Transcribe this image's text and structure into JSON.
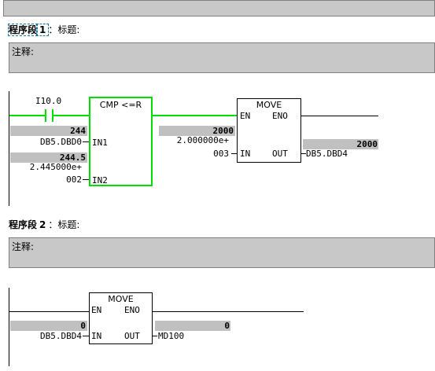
{
  "network1": {
    "label": "程序段",
    "number": "1",
    "title_sep": "：",
    "title": "标题:",
    "comment": "注释:",
    "contact": {
      "address": "I10.0"
    },
    "cmp": {
      "title": "CMP <=R",
      "in1_pin": "IN1",
      "in2_pin": "IN2",
      "in1_value": "244",
      "in1_address": "DB5.DBD0",
      "in2_value": "244.5",
      "in2_const_a": "2.445000e+",
      "in2_const_b": "002"
    },
    "move": {
      "title": "MOVE",
      "en": "EN",
      "eno": "ENO",
      "in_pin": "IN",
      "out_pin": "OUT",
      "in_value": "2000",
      "in_const_a": "2.000000e+",
      "in_const_b": "003",
      "out_value": "2000",
      "out_address": "DB5.DBD4"
    }
  },
  "network2": {
    "label": "程序段",
    "number": "2",
    "title_sep": "：",
    "title": "标题:",
    "comment": "注释:",
    "move": {
      "title": "MOVE",
      "en": "EN",
      "eno": "ENO",
      "in_pin": "IN",
      "out_pin": "OUT",
      "in_value": "0",
      "in_address": "DB5.DBD4",
      "out_value": "0",
      "out_address": "MD100"
    }
  },
  "colors": {
    "active_green": "#00dd00",
    "value_gray": "#c0c0c0",
    "comment_gray": "#c8c8c8"
  }
}
